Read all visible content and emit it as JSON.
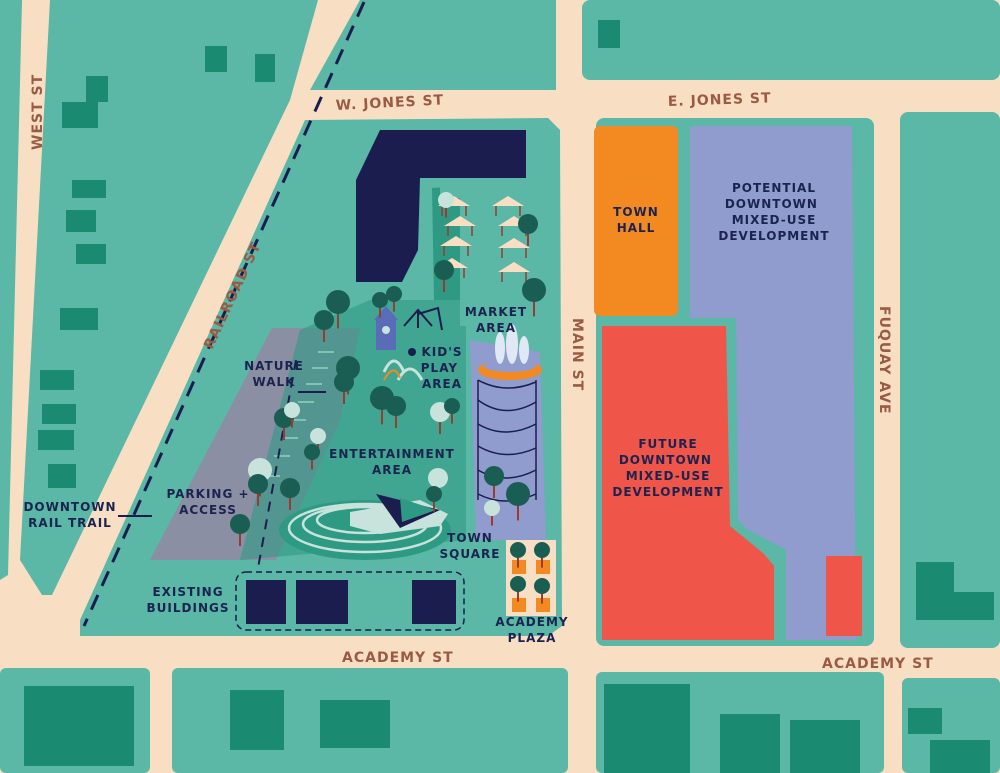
{
  "streets": {
    "west_st": "WEST ST",
    "railroad_st": "RAILROAD ST",
    "w_jones_st": "W. JONES ST",
    "e_jones_st": "E. JONES ST",
    "main_st": "MAIN ST",
    "fuquay_ave": "FUQUAY AVE",
    "academy_st_left": "ACADEMY ST",
    "academy_st_right": "ACADEMY ST"
  },
  "areas": {
    "town_hall": [
      "TOWN",
      "HALL"
    ],
    "potential_dev": [
      "POTENTIAL",
      "DOWNTOWN",
      "MIXED-USE",
      "DEVELOPMENT"
    ],
    "future_dev": [
      "FUTURE",
      "DOWNTOWN",
      "MIXED-USE",
      "DEVELOPMENT"
    ],
    "market_area": [
      "MARKET",
      "AREA"
    ],
    "kids_play_area": [
      "KID'S",
      "PLAY",
      "AREA"
    ],
    "nature_walk": [
      "NATURE",
      "WALK"
    ],
    "entertainment_area": [
      "ENTERTAINMENT",
      "AREA"
    ],
    "parking_access": [
      "PARKING +",
      "ACCESS"
    ],
    "downtown_rail_trail": [
      "DOWNTOWN",
      "RAIL TRAIL"
    ],
    "town_square": [
      "TOWN",
      "SQUARE"
    ],
    "existing_buildings": [
      "EXISTING",
      "BUILDINGS"
    ],
    "academy_plaza": [
      "ACADEMY",
      "PLAZA"
    ]
  },
  "colors": {
    "road": "#f8dfc4",
    "block": "#5bb7a6",
    "park": "#2e9a83",
    "building_green": "#1a8a70",
    "navy": "#1b1d4f",
    "town_hall": "#f28a21",
    "potential_dev": "#8f9ccd",
    "future_dev": "#ef5548",
    "parking": "#8a8fa3",
    "plaza": "#8f9ccd",
    "tree_dark": "#1a5d52",
    "tree_light": "#c7e3dc",
    "trunk": "#9a3b2f"
  }
}
